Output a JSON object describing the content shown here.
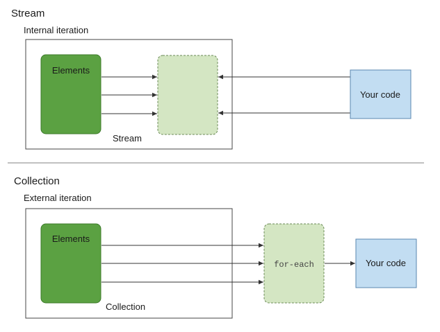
{
  "stream": {
    "title": "Stream",
    "subtitle": "Internal iteration",
    "elements_label": "Elements",
    "container_label": "Stream",
    "code_label": "Your code"
  },
  "collection": {
    "title": "Collection",
    "subtitle": "External iteration",
    "elements_label": "Elements",
    "container_label": "Collection",
    "loop_label": "for-each",
    "code_label": "Your code"
  },
  "colors": {
    "elements_fill": "#5ba142",
    "elements_stroke": "#3c7a2a",
    "dashed_fill": "#d4e6c3",
    "dashed_stroke": "#6a8a55",
    "code_fill": "#c2ddf2",
    "code_stroke": "#5a87b0",
    "line": "#333333",
    "divider": "#9a9a9a"
  }
}
